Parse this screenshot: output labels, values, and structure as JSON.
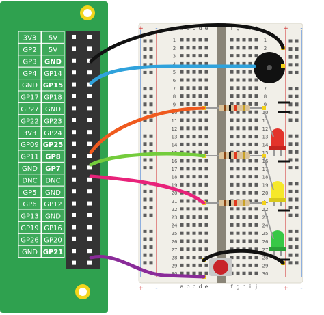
{
  "pi_labels": [
    [
      "3V3",
      "5V"
    ],
    [
      "GP2",
      "5V"
    ],
    [
      "GP3",
      "GND"
    ],
    [
      "GP4",
      "GP14"
    ],
    [
      "GND",
      "GP15"
    ],
    [
      "GP17",
      "GP18"
    ],
    [
      "GP27",
      "GND"
    ],
    [
      "GP22",
      "GP23"
    ],
    [
      "3V3",
      "GP24"
    ],
    [
      "GP09",
      "GP25"
    ],
    [
      "GP11",
      "GP8"
    ],
    [
      "GND",
      "GP7"
    ],
    [
      "DNC",
      "DNC"
    ],
    [
      "GP5",
      "GND"
    ],
    [
      "GP6",
      "GP12"
    ],
    [
      "GP13",
      "GND"
    ],
    [
      "GP19",
      "GP16"
    ],
    [
      "GP26",
      "GP20"
    ],
    [
      "GND",
      "GP21"
    ]
  ],
  "highlighted_pins": [
    "GND",
    "GP15",
    "GP25",
    "GP8",
    "GP7",
    "GP21"
  ],
  "breadboard": {
    "column_letters_left": [
      "a",
      "b",
      "c",
      "d",
      "e"
    ],
    "column_letters_right": [
      "f",
      "g",
      "h",
      "i",
      "j"
    ],
    "row_count": 30,
    "rail_plus": "+",
    "rail_minus": "-"
  },
  "colors": {
    "board_green": "#2fa14f",
    "pi_label_green": "#3ea95a",
    "header_dark": "#333333",
    "mount_hole_yellow": "#f3d51c",
    "breadboard_bg": "#f1efe8",
    "wire_black": "#111111",
    "wire_blue": "#2fa2dc",
    "wire_orange": "#ef5a1e",
    "wire_green": "#74cc3c",
    "wire_pink": "#e8237a",
    "wire_purple": "#8a2b99",
    "led_red": "#e3332b",
    "led_yellow": "#f6e82a",
    "led_green": "#38c846",
    "button_red": "#c8232a"
  },
  "components": [
    "buzzer",
    "led-red",
    "led-yellow",
    "led-green",
    "resistor",
    "resistor",
    "resistor",
    "push-button"
  ]
}
